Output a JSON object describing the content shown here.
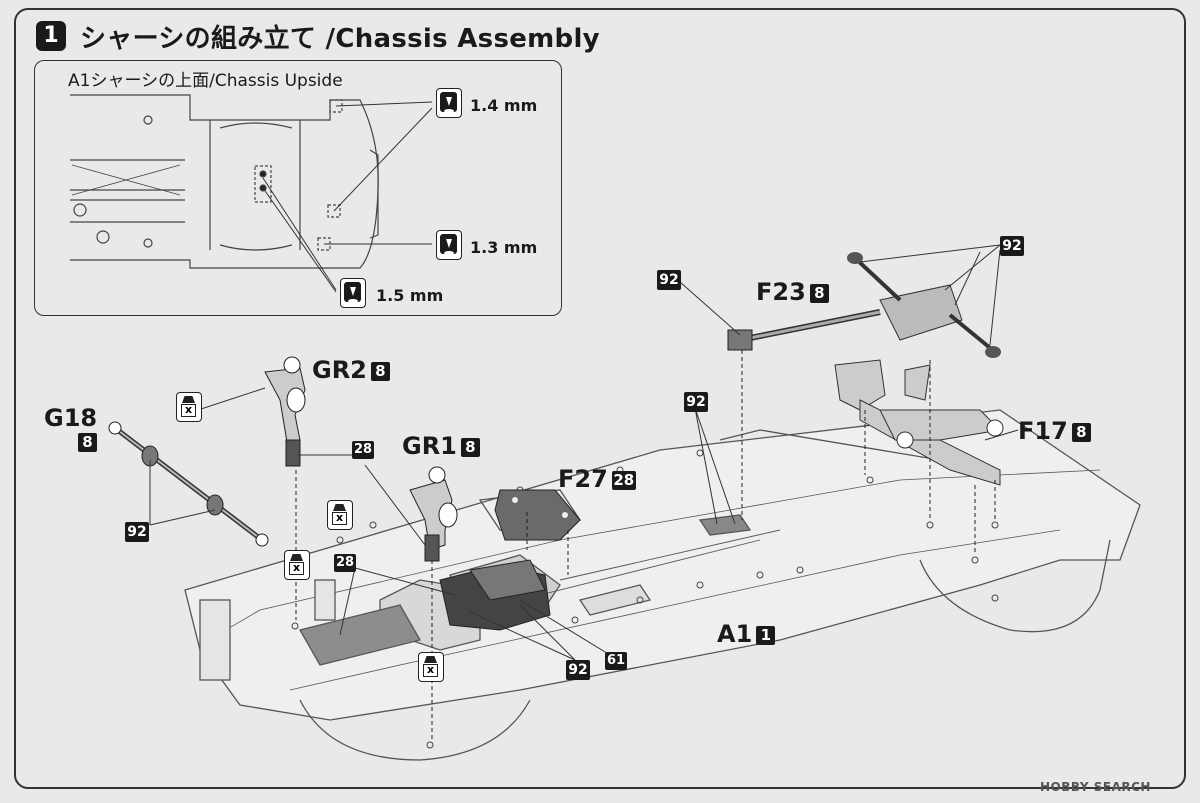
{
  "step": {
    "number": "1",
    "title": "シャーシの組み立て /Chassis Assembly"
  },
  "inset": {
    "title": "A1シャーシの上面/Chassis Upside",
    "drill_sizes": [
      "1.4 mm",
      "1.3 mm",
      "1.5 mm"
    ]
  },
  "parts": {
    "f23": {
      "label": "F23",
      "tag": "8"
    },
    "gr2": {
      "label": "GR2",
      "tag": "8"
    },
    "gr1": {
      "label": "GR1",
      "tag": "8"
    },
    "g18": {
      "label": "G18",
      "tag": "8"
    },
    "f27": {
      "label": "F27",
      "tag": "28"
    },
    "f17": {
      "label": "F17",
      "tag": "8"
    },
    "a1": {
      "label": "A1",
      "tag": "1"
    }
  },
  "paint_tags": {
    "t92_a": "92",
    "t92_b": "92",
    "t92_c": "92",
    "t92_d": "92",
    "t92_e": "92",
    "t28_a": "28",
    "t28_b": "28",
    "t61": "61"
  },
  "icons": {
    "cut_icon_symbol": "x"
  },
  "watermark": "HOBBY SEARCH"
}
